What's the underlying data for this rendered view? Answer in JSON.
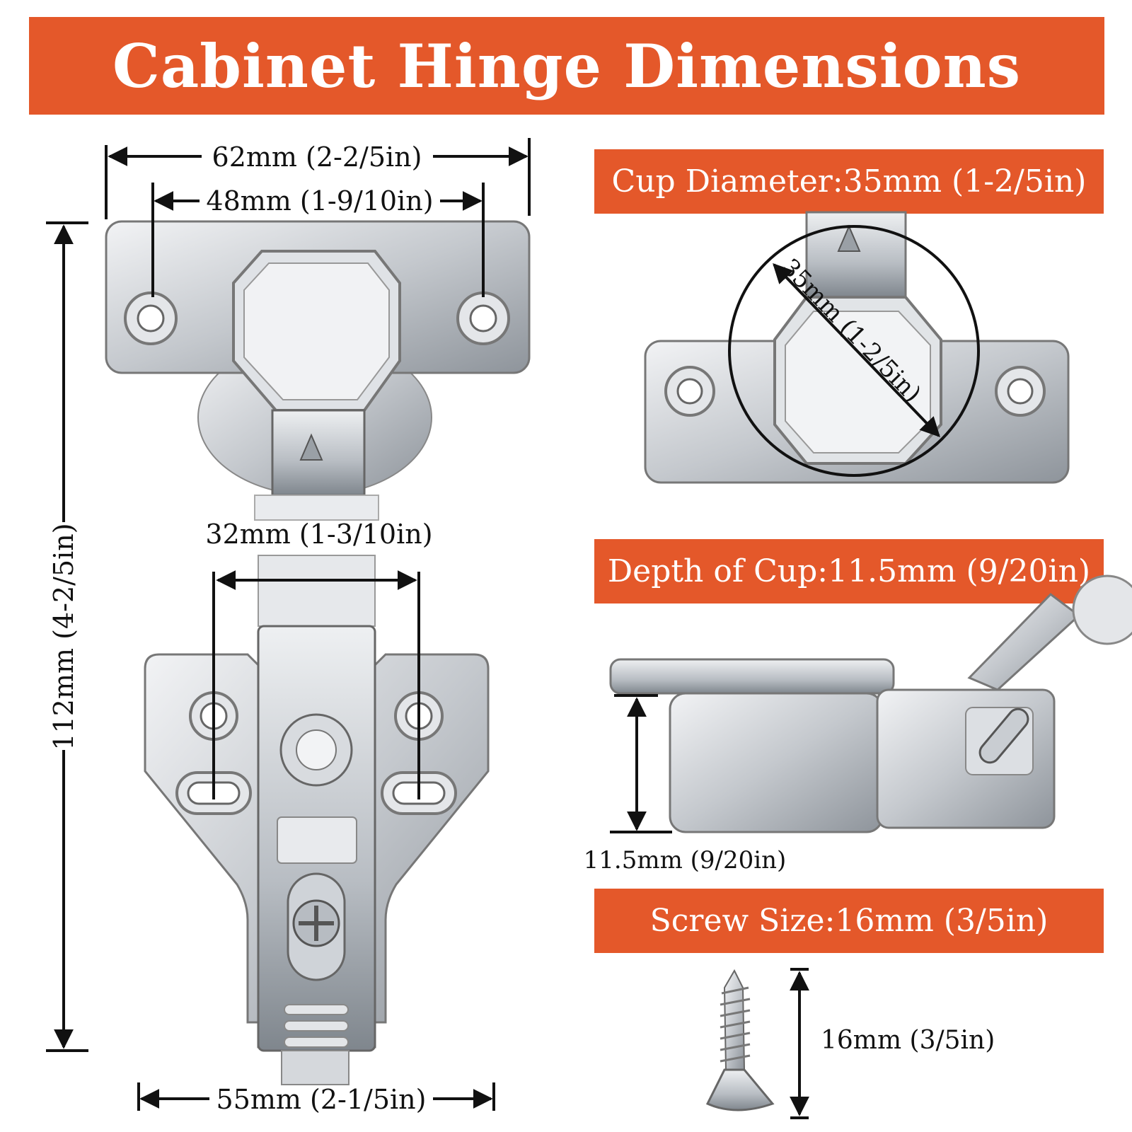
{
  "title": "Cabinet Hinge Dimensions",
  "colors": {
    "accent": "#E4582A",
    "banner_text": "#FFFFFF",
    "metal": "#C9CDD2",
    "line": "#111111"
  },
  "specs": {
    "cup_diameter": "Cup Diameter:35mm (1-2/5in)",
    "cup_depth": "Depth of Cup:11.5mm (9/20in)",
    "screw_size": "Screw Size:16mm (3/5in)"
  },
  "dimensions": {
    "overall_width": "62mm (2-2/5in)",
    "hole_spacing": "48mm (1-9/10in)",
    "arm_height": "112mm (4-2/5in)",
    "plate_hole_spacing": "32mm (1-3/10in)",
    "plate_width": "55mm (2-1/5in)",
    "cup_diameter": "35mm (1-2/5in)",
    "cup_depth": "11.5mm (9/20in)",
    "screw_length": "16mm (3/5in)"
  }
}
